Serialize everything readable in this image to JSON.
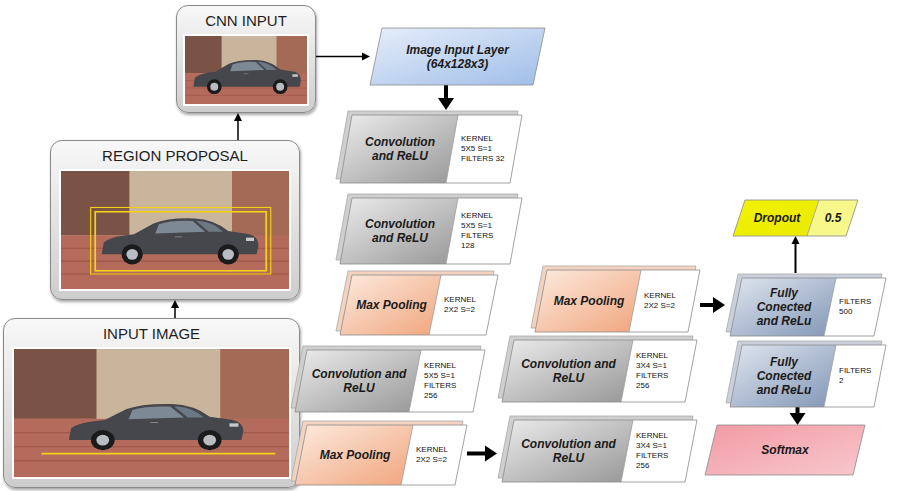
{
  "diagram": {
    "nodes": [
      {
        "text": [
          "CNN INPUT"
        ]
      },
      {
        "text": [
          "REGION PROPOSAL"
        ]
      },
      {
        "text": [
          "INPUT IMAGE"
        ]
      },
      {
        "text": [
          "Image Input Layer (64x128x3)"
        ]
      },
      {
        "text": [
          "Convolution and ReLU",
          "KERNEL 5X5 S=1 FILTERS 32"
        ]
      },
      {
        "text": [
          "Convolution and ReLU",
          "KERNEL 5X5 S=1 FILTERS 128"
        ]
      },
      {
        "text": [
          "Max Pooling",
          "KERNEL 2X2 S=2"
        ]
      },
      {
        "text": [
          "Convolution and ReLU",
          "KERNEL 5X5 S=1 FILTERS 256"
        ]
      },
      {
        "text": [
          "Max Pooling",
          "KERNEL 2X2 S=2"
        ]
      },
      {
        "text": [
          "Convolution and ReLU",
          "KERNEL 3X4 S=1 FILTERS 256"
        ]
      },
      {
        "text": [
          "Convolution and ReLU",
          "KERNEL 3X4 S=1 FILTERS 256"
        ]
      },
      {
        "text": [
          "Max Pooling",
          "KERNEL 2X2 S=2"
        ]
      },
      {
        "text": [
          "Dropout",
          "0.5"
        ]
      },
      {
        "text": [
          "Fully Conected and ReLu",
          "FILTERS 500"
        ]
      },
      {
        "text": [
          "Fully Conected and ReLu",
          "FILTERS 2"
        ]
      },
      {
        "text": [
          "Softmax"
        ]
      }
    ],
    "edges": [
      {
        "from": 2,
        "to": 1,
        "arrow": "to"
      },
      {
        "from": 1,
        "to": 0,
        "arrow": "to"
      },
      {
        "from": 0,
        "to": 3,
        "arrow": "to"
      },
      {
        "from": 3,
        "to": 4,
        "arrow": "to"
      },
      {
        "from": 8,
        "to": 9,
        "arrow": "to"
      },
      {
        "from": 11,
        "to": 13,
        "arrow": "to"
      },
      {
        "from": 13,
        "to": 12,
        "arrow": "to"
      },
      {
        "from": 14,
        "to": 15,
        "arrow": "to"
      }
    ]
  }
}
